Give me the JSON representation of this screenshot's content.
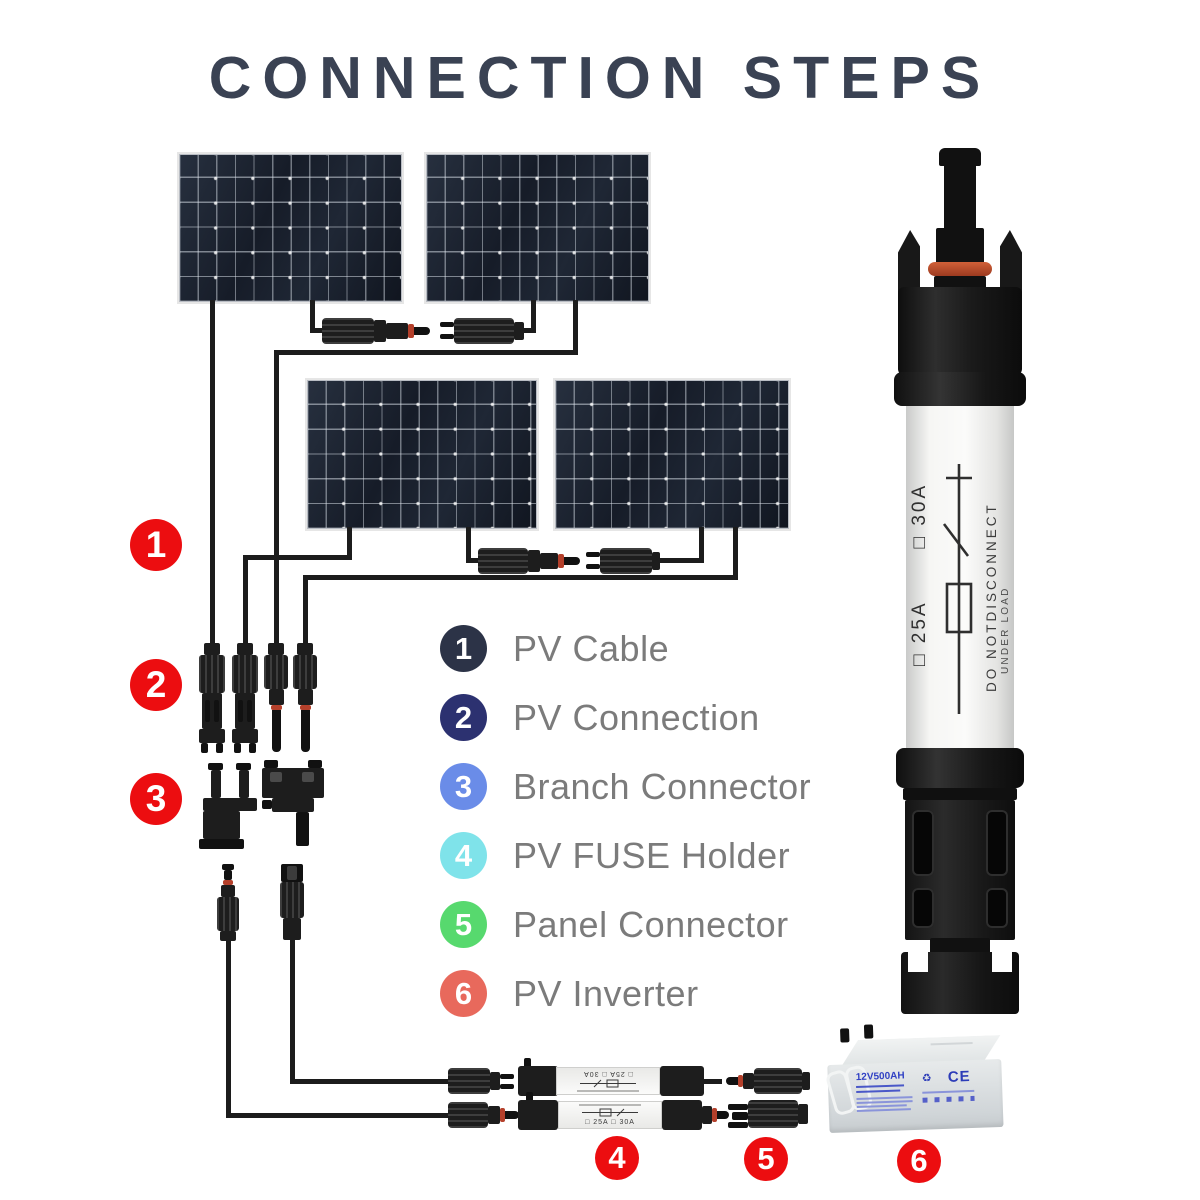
{
  "title": "CONNECTION STEPS",
  "colors": {
    "accent_red": "#ec0d10",
    "title_text": "#3a4253",
    "legend_text": "#7b7b7b",
    "wire_black": "#1c1c1c",
    "panel_dark": "#161c28",
    "oring_orange": "#c2512c"
  },
  "legend": {
    "items": [
      {
        "num": "1",
        "label": "PV Cable",
        "color": "#2c3347"
      },
      {
        "num": "2",
        "label": "PV Connection",
        "color": "#2c3170"
      },
      {
        "num": "3",
        "label": "Branch Connector",
        "color": "#6a8ce8"
      },
      {
        "num": "4",
        "label": "PV FUSE Holder",
        "color": "#7fe3ea"
      },
      {
        "num": "5",
        "label": "Panel Connector",
        "color": "#57d96e"
      },
      {
        "num": "6",
        "label": "PV Inverter",
        "color": "#e8695c"
      }
    ]
  },
  "markers": [
    "1",
    "2",
    "3",
    "4",
    "5",
    "6"
  ],
  "fuse_holder": {
    "rating_25": "□ 25A",
    "rating_30": "□ 30A",
    "warning_line1": "DO NOTDISCONNECT",
    "warning_line2": "UNDER LOAD"
  },
  "small_fuse": {
    "ratings": "□ 25A   □ 30A"
  },
  "battery": {
    "capacity": "12V500AH",
    "ce": "CE",
    "recycle_icon": "♻"
  }
}
